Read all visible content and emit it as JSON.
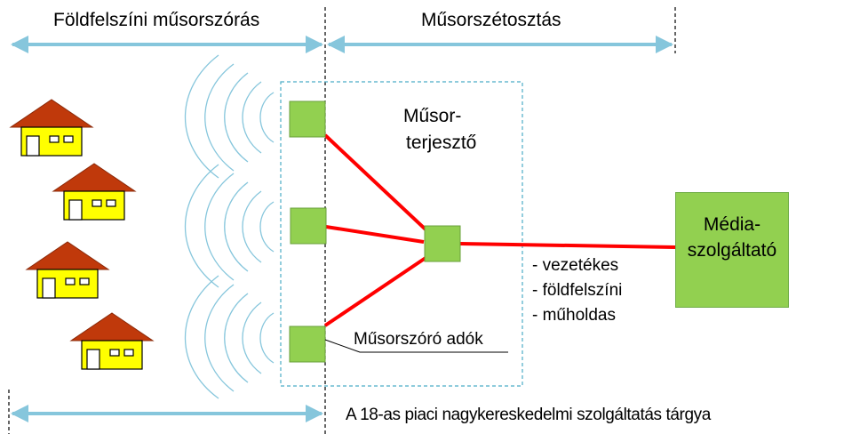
{
  "labels": {
    "terrestrial_broadcast": "Földfelszíni műsorszórás",
    "program_distribution": "Műsorszétosztás",
    "distributor_line1": "Műsor-",
    "distributor_line2": "terjesztő",
    "media_line1": "Média-",
    "media_line2": "szolgáltató",
    "transmitters": "Műsorszóró adók",
    "market_subject": "A 18-as piaci nagykereskedelmi szolgáltatás tárgya"
  },
  "links": [
    "- vezetékes",
    "- földfelszíni",
    "- műholdas"
  ],
  "colors": {
    "arrow": "#86c6dc",
    "node_fill": "#92d050",
    "node_stroke": "#6aa03c",
    "link": "#ff0000",
    "roof": "#c0390b",
    "house_wall": "#ffff00",
    "dashed_box": "#4bacc6"
  }
}
